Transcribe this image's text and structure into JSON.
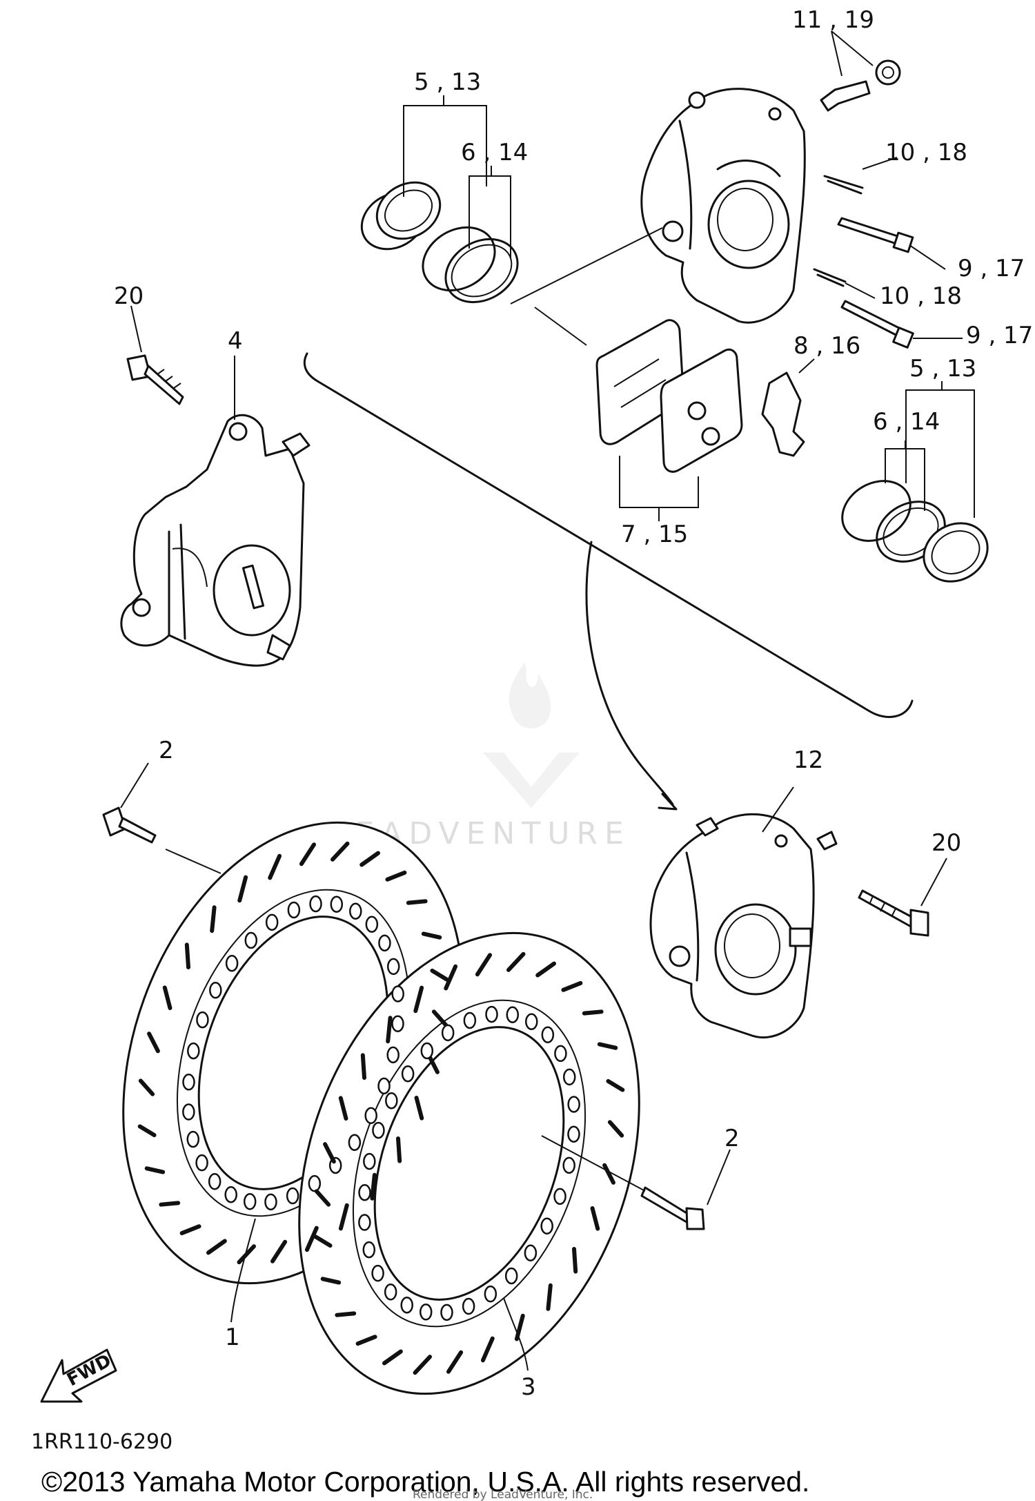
{
  "callouts": {
    "c_11_19": "11 , 19",
    "c_5_13_a": "5 , 13",
    "c_6_14_a": "6 , 14",
    "c_10_18_a": "10 , 18",
    "c_9_17_a": "9 , 17",
    "c_10_18_b": "10 , 18",
    "c_9_17_b": "9 , 17",
    "c_8_16": "8 , 16",
    "c_5_13_b": "5 , 13",
    "c_6_14_b": "6 , 14",
    "c_7_15": "7 , 15",
    "c_20_a": "20",
    "c_4": "4",
    "c_2_a": "2",
    "c_12": "12",
    "c_20_b": "20",
    "c_2_b": "2",
    "c_1": "1",
    "c_3": "3"
  },
  "fwd_label": "FWD",
  "diagram_code": "1RR110-6290",
  "copyright": "©2013 Yamaha Motor Corporation, U.S.A. All rights reserved.",
  "rendered_by": "Rendered by LeadVenture, Inc.",
  "watermark": "LEADVENTURE"
}
